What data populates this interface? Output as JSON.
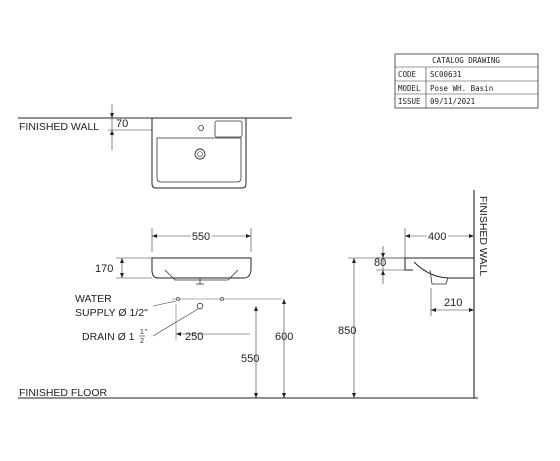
{
  "title_block": {
    "header": "CATALOG DRAWING",
    "rows": [
      {
        "key": "CODE",
        "value": "SC00631"
      },
      {
        "key": "MODEL",
        "value": "Pose WH. Basin"
      },
      {
        "key": "ISSUE",
        "value": "09/11/2021"
      }
    ]
  },
  "labels": {
    "finished_wall": "FINISHED WALL",
    "finished_wall_vertical": "FINISHED WALL",
    "finished_floor": "FINISHED FLOOR",
    "water_supply_line1": "WATER",
    "water_supply_line2": "SUPPLY Ø 1/2\"",
    "drain": "DRAIN Ø 1",
    "drain_fraction_num": "1",
    "drain_fraction_den": "2",
    "drain_fraction_mark": "\""
  },
  "dimensions": {
    "top_offset": "70",
    "width": "550",
    "height": "170",
    "supply_drain_gap": "250",
    "drain_height": "550",
    "supply_height": "600",
    "depth": "400",
    "rim_offset": "80",
    "drain_projection": "210",
    "rim_height": "850"
  }
}
